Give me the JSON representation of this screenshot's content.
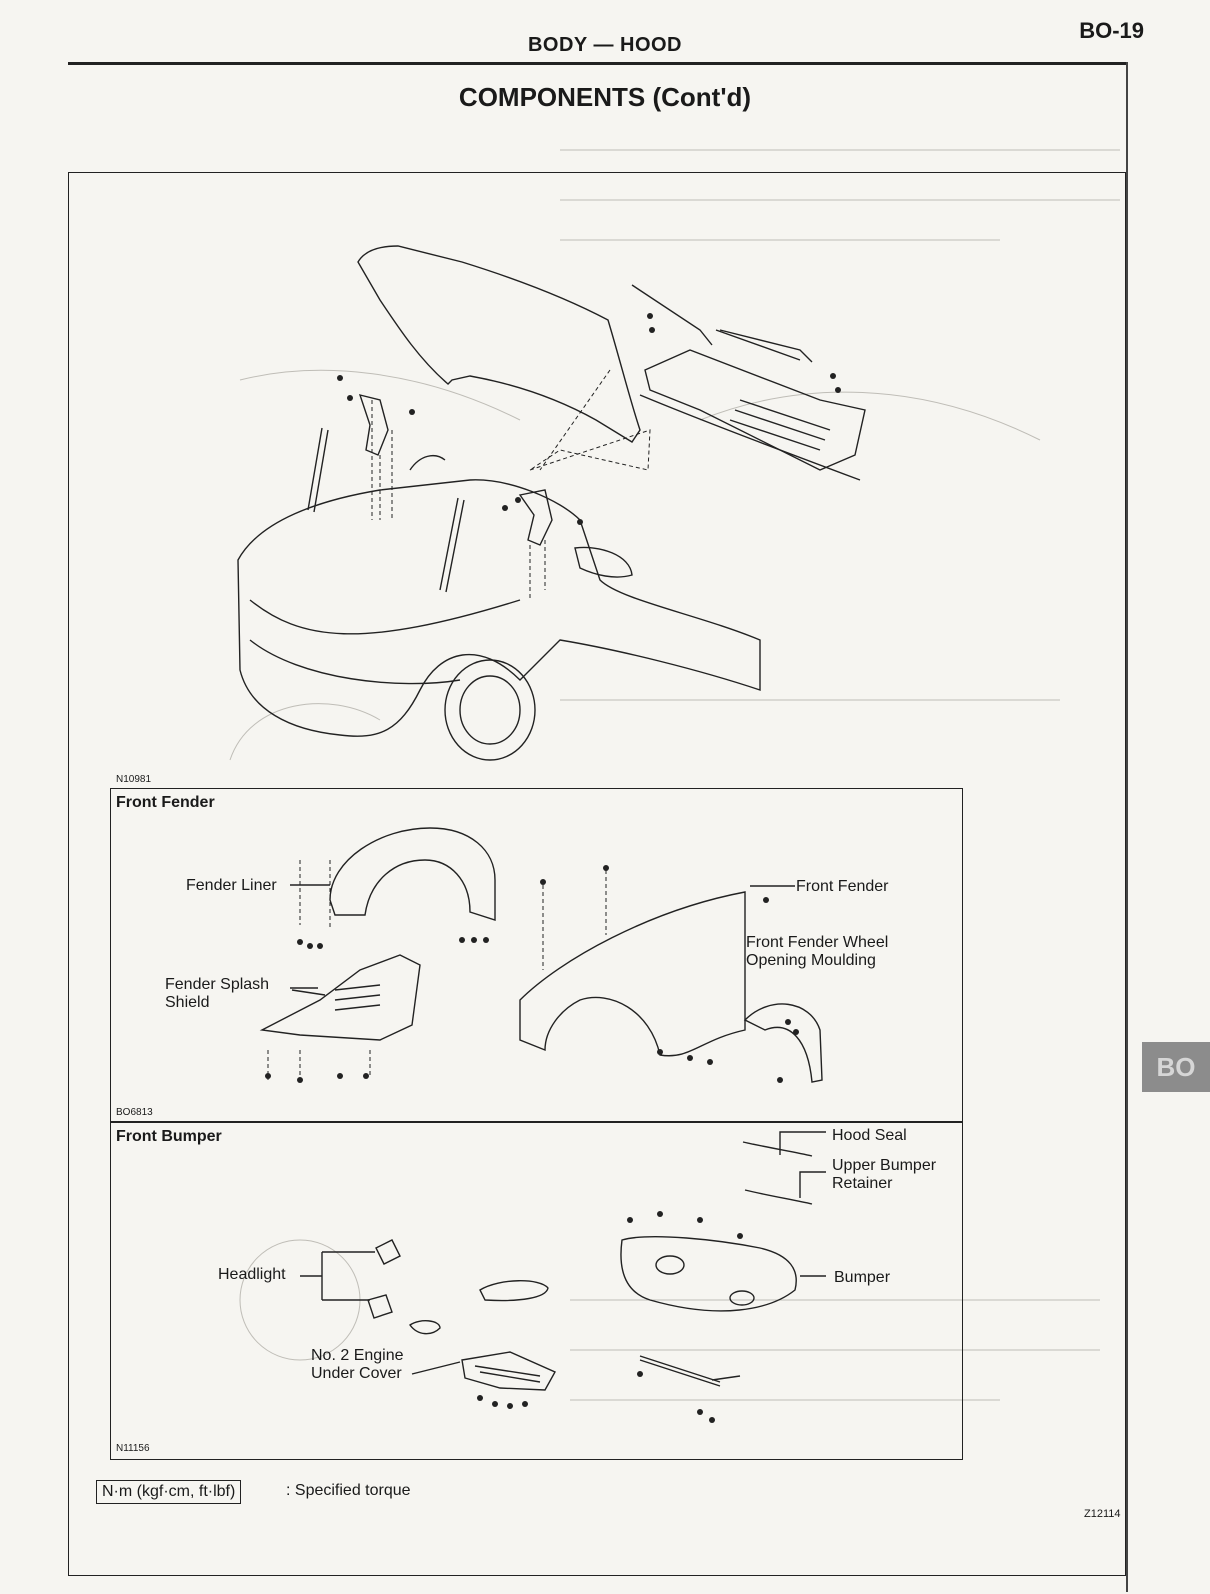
{
  "header": {
    "title": "BODY — HOOD",
    "page": "BO-19"
  },
  "main_title": "COMPONENTS (Cont'd)",
  "diagrams": {
    "hood": {
      "code": "N10981"
    },
    "front_fender": {
      "title": "Front Fender",
      "code": "BO6813",
      "labels": {
        "fender_liner": "Fender Liner",
        "front_fender": "Front Fender",
        "wheel_moulding_line1": "Front Fender Wheel",
        "wheel_moulding_line2": "Opening Moulding",
        "splash_line1": "Fender Splash",
        "splash_line2": "Shield"
      }
    },
    "front_bumper": {
      "title": "Front Bumper",
      "code": "N11156",
      "labels": {
        "hood_seal": "Hood Seal",
        "upper_retainer_line1": "Upper Bumper",
        "upper_retainer_line2": "Retainer",
        "headlight": "Headlight",
        "bumper": "Bumper",
        "under_cover_line1": "No. 2 Engine",
        "under_cover_line2": "Under Cover"
      }
    }
  },
  "legend": {
    "unit": "N·m (kgf·cm, ft·lbf)",
    "text": ": Specified torque"
  },
  "footer_code": "Z12114",
  "side_tab": "BO"
}
